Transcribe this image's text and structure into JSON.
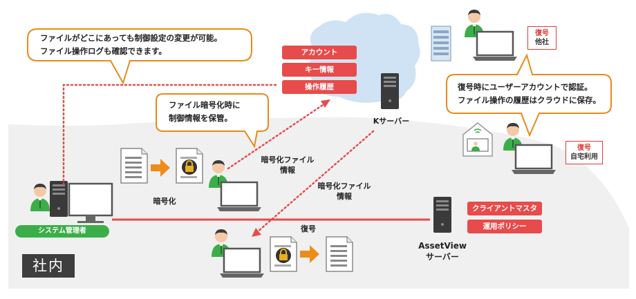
{
  "bubbles": {
    "top_left": [
      "ファイルがどこにあっても制御設定の変更が可能。",
      "ファイル操作ログも確認できます。"
    ],
    "middle": [
      "ファイル暗号化時に",
      "制御情報を保管。"
    ],
    "right": [
      "復号時にユーザーアカウントで認証。",
      "ファイル操作の履歴はクラウドに保存。"
    ]
  },
  "cloud_items": [
    "アカウント",
    "キー情報",
    "操作履歴"
  ],
  "k_server_label": "Kサーバー",
  "asset_items": [
    "クライアントマスタ",
    "運用ポリシー"
  ],
  "asset_server_label": [
    "AssetView",
    "サーバー"
  ],
  "tags": {
    "other_company": [
      "復号",
      "他社"
    ],
    "home_use": [
      "復号",
      "自宅利用"
    ]
  },
  "labels": {
    "encrypt_info": [
      "暗号化ファイル",
      "情報"
    ],
    "decrypt_info": [
      "暗号化ファイル",
      "情報"
    ],
    "encrypt": "暗号化",
    "decrypt": "復号"
  },
  "admin_badge": "システム管理者",
  "company_label": "社内",
  "colors": {
    "orange": "#e8891a",
    "red": "#e84b4b",
    "green": "#3cae49",
    "cloud": "#cfe3f4",
    "zone": "#f0f0f0"
  }
}
